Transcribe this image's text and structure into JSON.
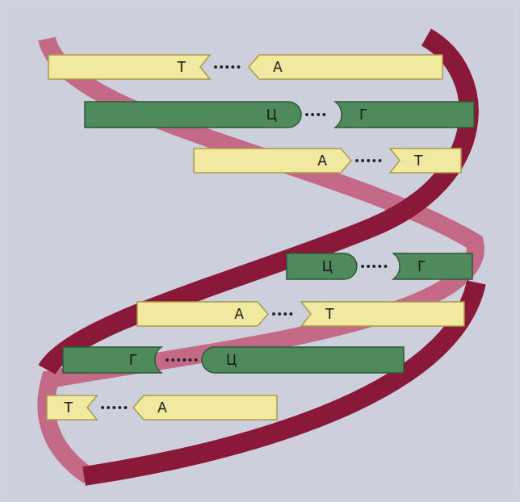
{
  "diagram": {
    "nodes": [
      {
        "text": [
          "Т"
        ]
      },
      {
        "text": [
          "А"
        ]
      },
      {
        "text": [
          "Ц"
        ]
      },
      {
        "text": [
          "Г"
        ]
      },
      {
        "text": [
          "А"
        ]
      },
      {
        "text": [
          "Т"
        ]
      },
      {
        "text": [
          "Ц"
        ]
      },
      {
        "text": [
          "Г"
        ]
      },
      {
        "text": [
          "А"
        ]
      },
      {
        "text": [
          "Т"
        ]
      },
      {
        "text": [
          "Г"
        ]
      },
      {
        "text": [
          "Ц"
        ]
      },
      {
        "text": [
          "Т"
        ]
      },
      {
        "text": [
          "А"
        ]
      }
    ],
    "edges": [
      {
        "from": 0,
        "to": 1,
        "arrow": "none"
      },
      {
        "from": 2,
        "to": 3,
        "arrow": "none"
      },
      {
        "from": 4,
        "to": 5,
        "arrow": "none"
      },
      {
        "from": 6,
        "to": 7,
        "arrow": "none"
      },
      {
        "from": 8,
        "to": 9,
        "arrow": "none"
      },
      {
        "from": 10,
        "to": 11,
        "arrow": "none"
      },
      {
        "from": 12,
        "to": 13,
        "arrow": "none"
      }
    ]
  }
}
